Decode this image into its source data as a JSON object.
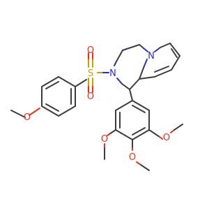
{
  "molecule": {
    "atoms": {
      "o_left_methoxy": "O",
      "s_sulfonyl": "S",
      "o_sulfonyl_top": "O",
      "o_sulfonyl_bottom": "O",
      "n_sulfonamide": "N",
      "n_pyrrole": "N",
      "o_methoxy_mid": "O",
      "o_methoxy_right": "O",
      "o_methoxy_bottom": "O"
    },
    "colors": {
      "carbon_bond": "#3c3c3c",
      "oxygen": "#e8321e",
      "nitrogen": "#2b2bd0",
      "sulfur": "#c8a000"
    }
  }
}
